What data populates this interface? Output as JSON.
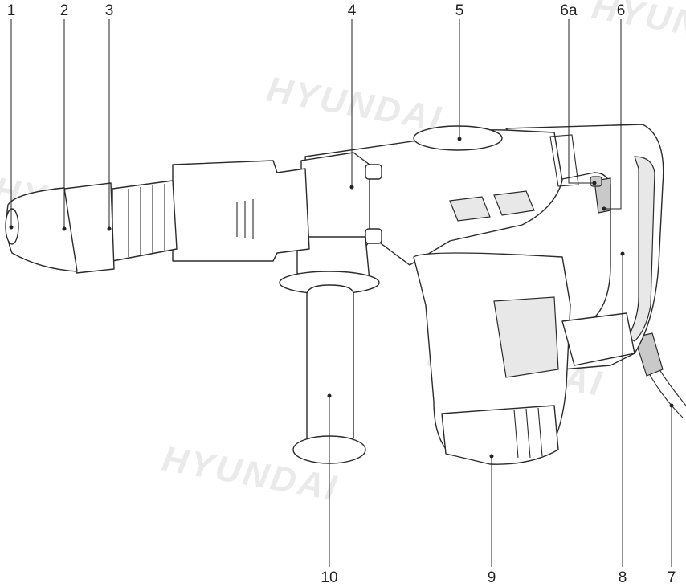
{
  "watermark": "HYUNDAI",
  "callouts": [
    {
      "id": "c1",
      "label": "1"
    },
    {
      "id": "c2",
      "label": "2"
    },
    {
      "id": "c3",
      "label": "3"
    },
    {
      "id": "c4",
      "label": "4"
    },
    {
      "id": "c5",
      "label": "5"
    },
    {
      "id": "c6a",
      "label": "6a"
    },
    {
      "id": "c6",
      "label": "6"
    },
    {
      "id": "c10",
      "label": "10"
    },
    {
      "id": "c9",
      "label": "9"
    },
    {
      "id": "c8",
      "label": "8"
    },
    {
      "id": "c7",
      "label": "7"
    }
  ]
}
